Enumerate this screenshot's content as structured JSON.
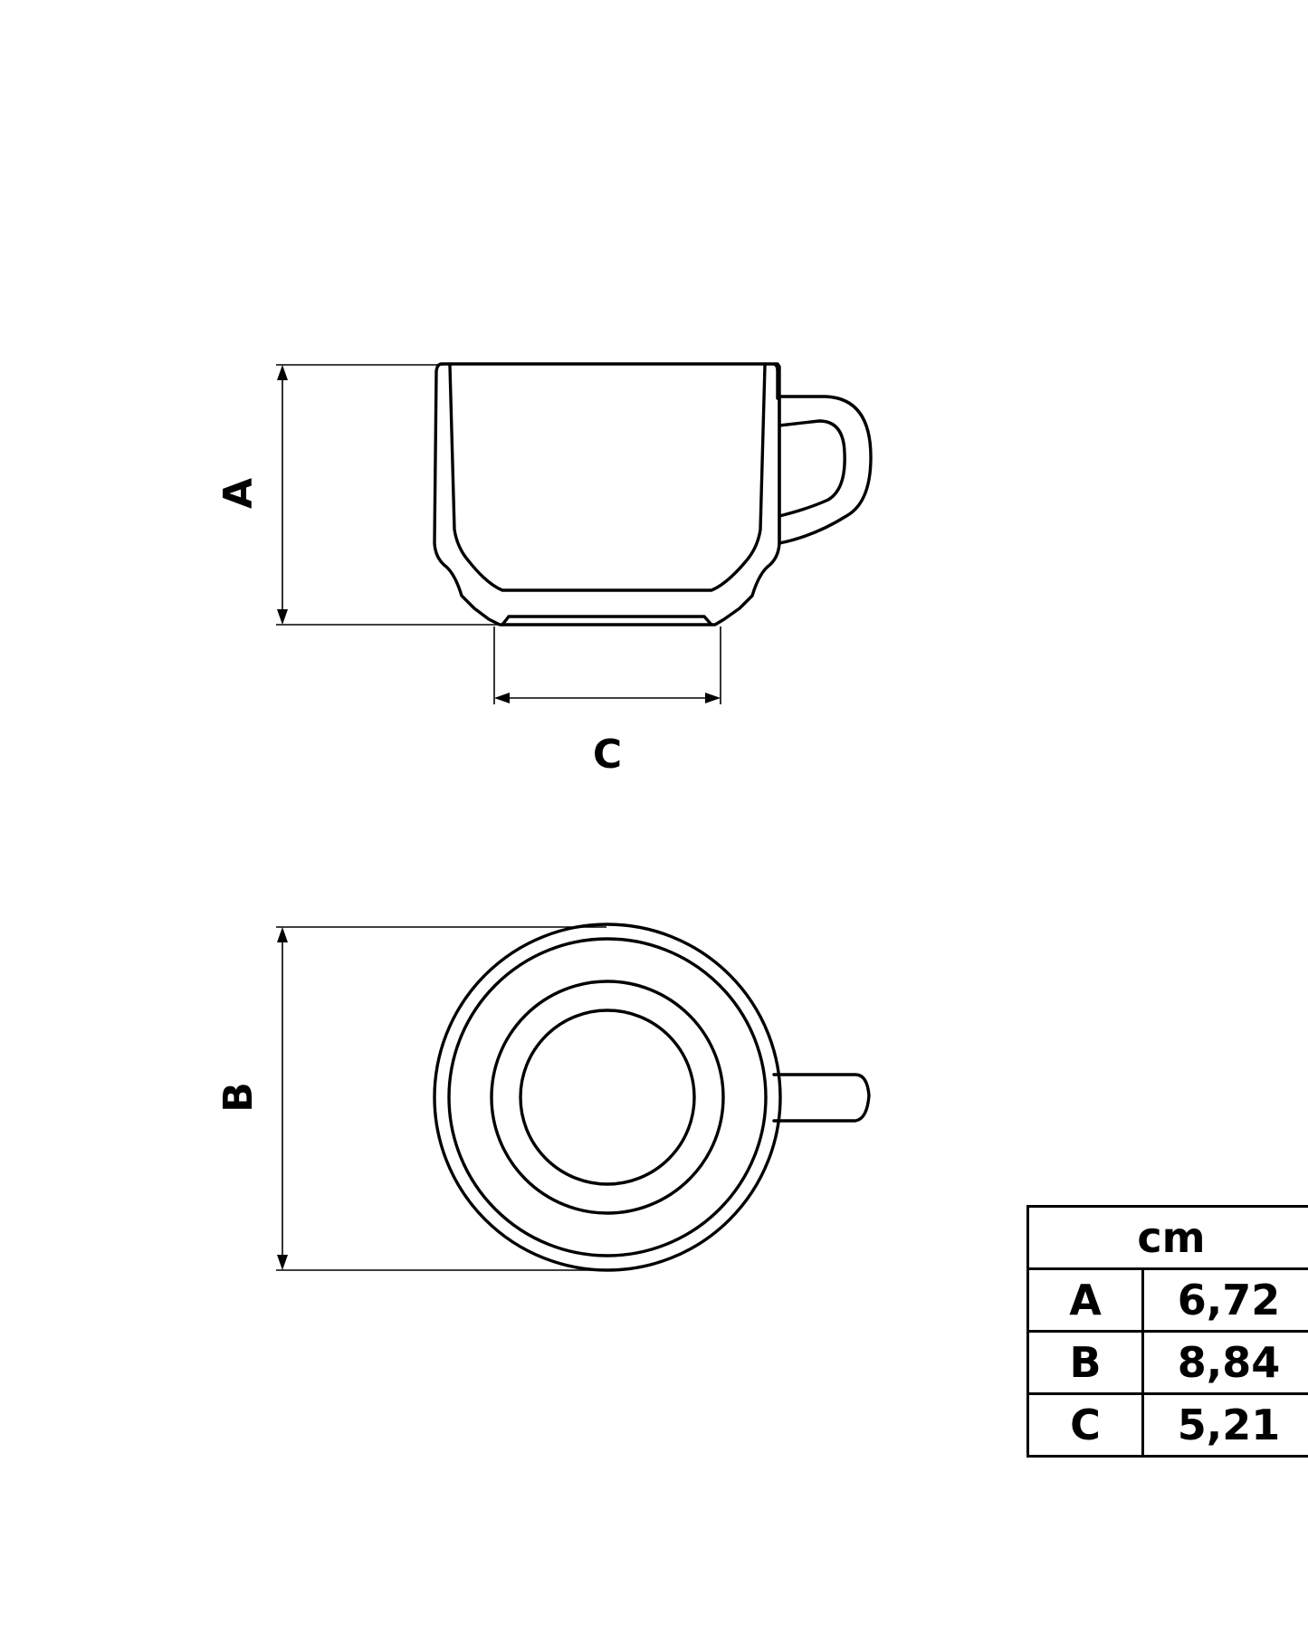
{
  "labels": {
    "A": "A",
    "B": "B",
    "C": "C"
  },
  "table": {
    "unit": "cm",
    "rows": [
      {
        "key": "A",
        "value": "6,72"
      },
      {
        "key": "B",
        "value": "8,84"
      },
      {
        "key": "C",
        "value": "5,21"
      }
    ]
  }
}
